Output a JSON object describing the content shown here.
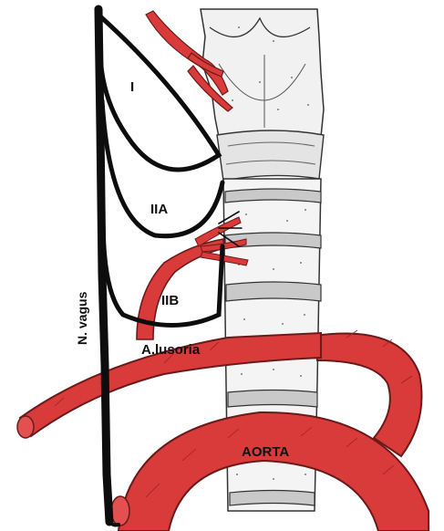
{
  "labels": {
    "loop_1": "I",
    "loop_2a": "IIA",
    "loop_2b": "IIB",
    "nerve": "N. vagus",
    "artery": "A.lusoria",
    "aorta": "AORTA"
  },
  "colors": {
    "artery_fill": "#d93a3a",
    "artery_outline": "#6b1a1a",
    "nerve": "#0d0d0d",
    "trachea_fill": "#f1f1f1",
    "ink": "#333333"
  }
}
